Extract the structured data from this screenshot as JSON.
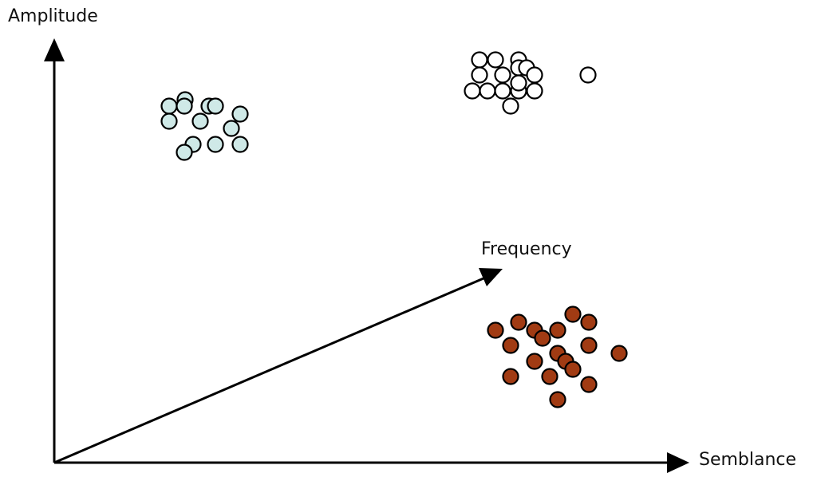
{
  "axes": {
    "amplitude_label": "Amplitude",
    "frequency_label": "Frequency",
    "semblance_label": "Semblance"
  },
  "colors": {
    "axis": "#000000",
    "outline": "#000000",
    "cluster_light_blue": "#cfe9e7",
    "cluster_white": "#ffffff",
    "cluster_brown": "#a13b13"
  },
  "clusters": [
    {
      "id": "cluster-light-blue",
      "fill": "cluster_light_blue",
      "points": [
        [
          212,
          133
        ],
        [
          232,
          125
        ],
        [
          231,
          133
        ],
        [
          262,
          133
        ],
        [
          270,
          133
        ],
        [
          301,
          143
        ],
        [
          212,
          152
        ],
        [
          251,
          152
        ],
        [
          290,
          161
        ],
        [
          242,
          181
        ],
        [
          231,
          191
        ],
        [
          270,
          181
        ],
        [
          301,
          181
        ]
      ]
    },
    {
      "id": "cluster-white",
      "fill": "cluster_white",
      "points": [
        [
          601,
          75
        ],
        [
          621,
          75
        ],
        [
          650,
          75
        ],
        [
          650,
          85
        ],
        [
          601,
          94
        ],
        [
          630,
          94
        ],
        [
          660,
          85
        ],
        [
          670,
          94
        ],
        [
          737,
          94
        ],
        [
          592,
          114
        ],
        [
          611,
          114
        ],
        [
          630,
          114
        ],
        [
          650,
          114
        ],
        [
          670,
          114
        ],
        [
          640,
          133
        ],
        [
          650,
          104
        ]
      ]
    },
    {
      "id": "cluster-brown",
      "fill": "cluster_brown",
      "points": [
        [
          718,
          394
        ],
        [
          650,
          404
        ],
        [
          738,
          404
        ],
        [
          621,
          414
        ],
        [
          670,
          414
        ],
        [
          699,
          414
        ],
        [
          680,
          424
        ],
        [
          640,
          433
        ],
        [
          699,
          443
        ],
        [
          738,
          433
        ],
        [
          776,
          443
        ],
        [
          670,
          453
        ],
        [
          709,
          453
        ],
        [
          718,
          463
        ],
        [
          640,
          472
        ],
        [
          689,
          472
        ],
        [
          738,
          482
        ],
        [
          699,
          501
        ]
      ]
    }
  ]
}
